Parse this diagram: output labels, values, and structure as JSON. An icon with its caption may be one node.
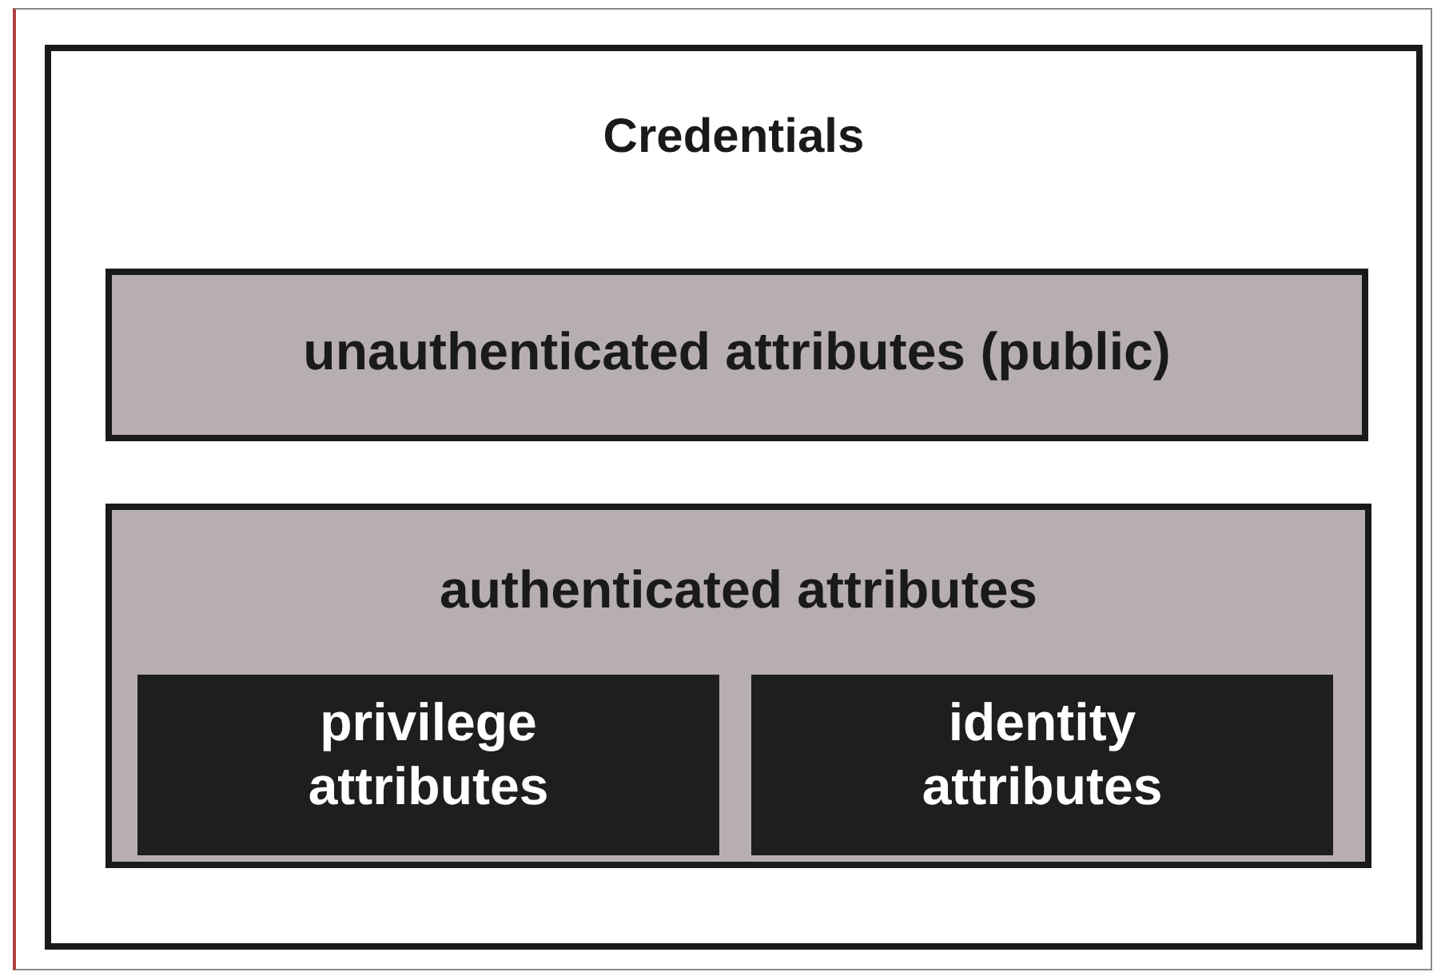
{
  "diagram": {
    "nodes": [
      {
        "text": [
          "Credentials"
        ]
      },
      {
        "text": [
          "unauthenticated attributes (public)"
        ],
        "in": 0
      },
      {
        "text": [
          "authenticated attributes"
        ],
        "in": 0
      },
      {
        "text": [
          "privilege attributes"
        ],
        "in": 2
      },
      {
        "text": [
          "identity attributes"
        ],
        "in": 2
      }
    ]
  }
}
